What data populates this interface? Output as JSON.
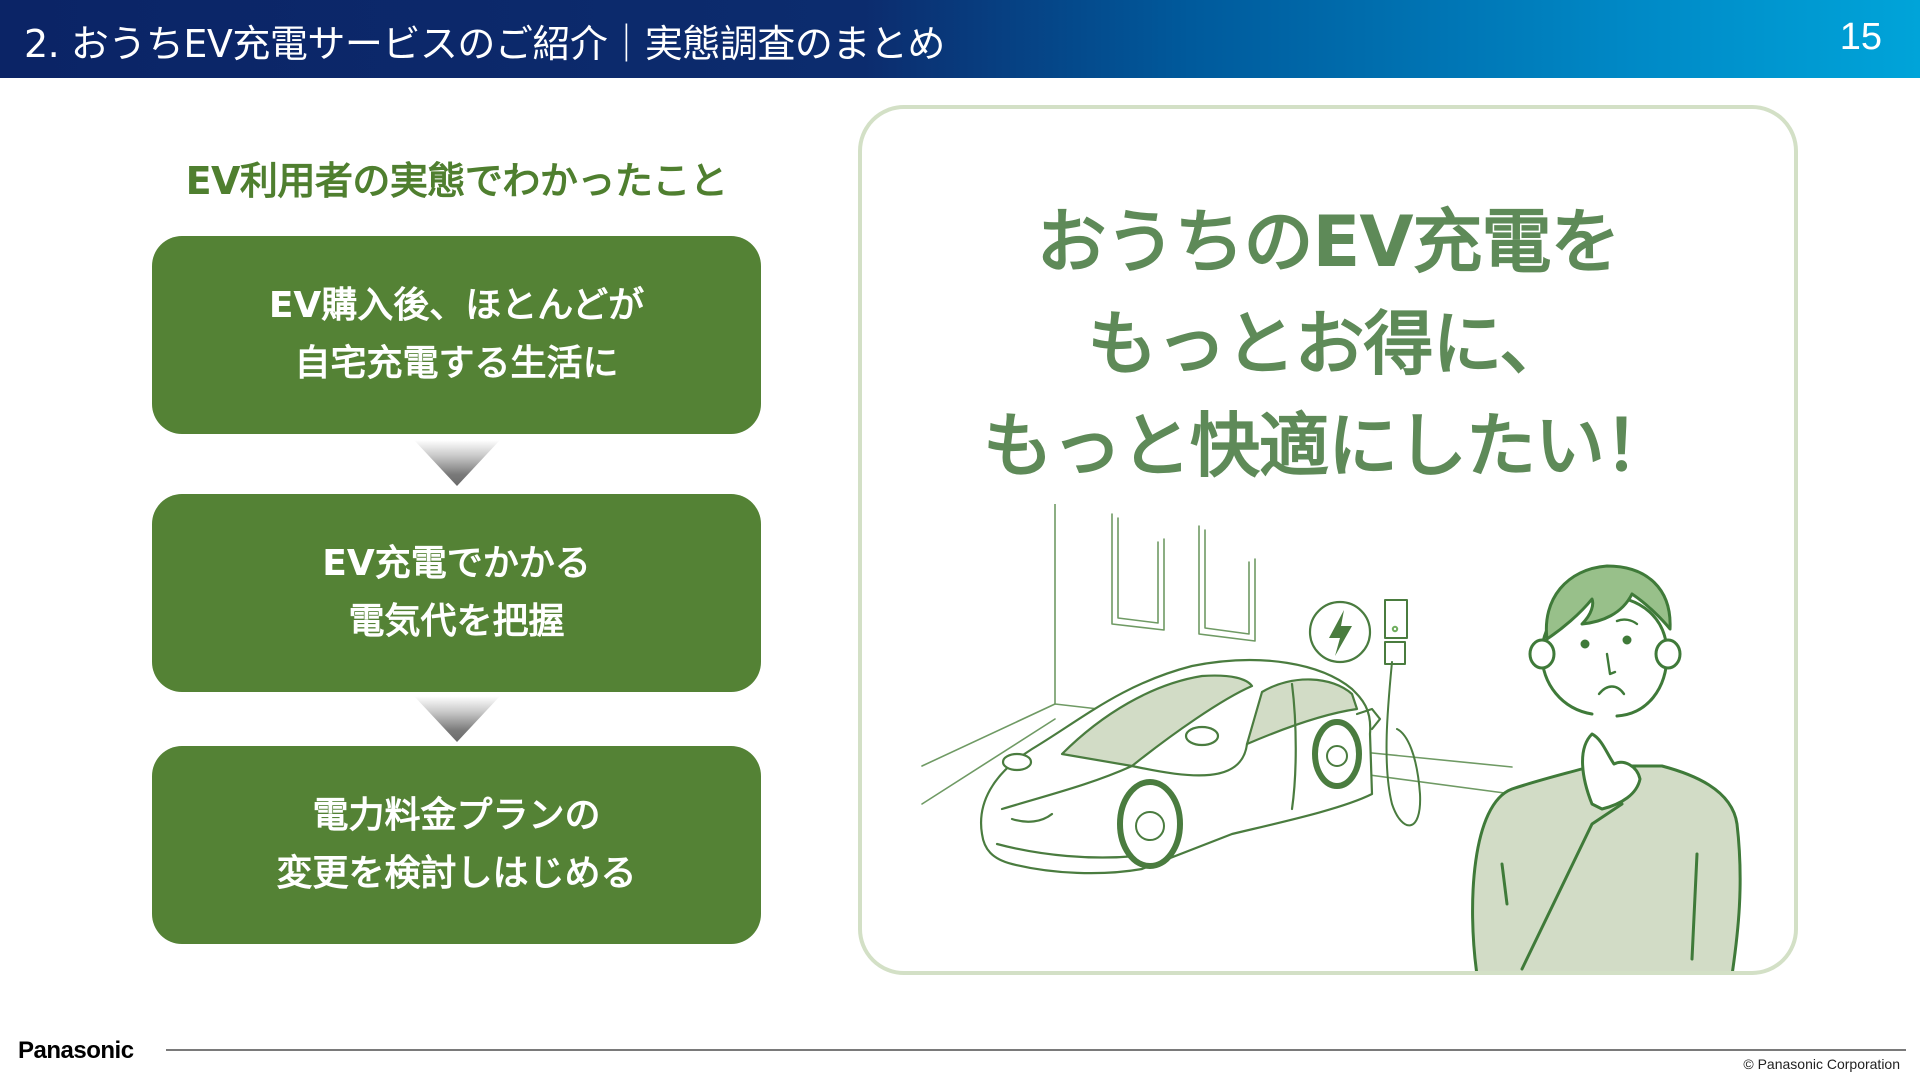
{
  "header": {
    "title": "2. おうちEV充電サービスのご紹介｜実態調査のまとめ",
    "page_number": "15",
    "gradient_start": "#0b2466",
    "gradient_end": "#00a4d9"
  },
  "findings": {
    "heading": "EV利用者の実態でわかったこと",
    "steps": [
      {
        "lines": [
          "EV購入後、ほとんどが",
          "自宅充電する生活に"
        ]
      },
      {
        "lines": [
          "EV充電でかかる",
          "電気代を把握"
        ]
      },
      {
        "lines": [
          "電力料金プランの",
          "変更を検討しはじめる"
        ]
      }
    ],
    "box_color": "#548235",
    "heading_color": "#4f7f2f"
  },
  "message_panel": {
    "lines": [
      "おうちのEV充電を",
      "もっとお得に、",
      "もっと快適にしたい！"
    ],
    "text_color": "#5e8a58",
    "border_color": "#d3e0c6",
    "illustration": {
      "description": "EV parked at home garage, connected to a wall charger with lightning-bolt icon; a man with hand on chin looking troubled",
      "icons": [
        "car-icon",
        "wall-charger-icon",
        "lightning-bolt-icon",
        "thinking-person-icon"
      ]
    }
  },
  "footer": {
    "logo": "Panasonic",
    "copyright": "© Panasonic Corporation"
  }
}
